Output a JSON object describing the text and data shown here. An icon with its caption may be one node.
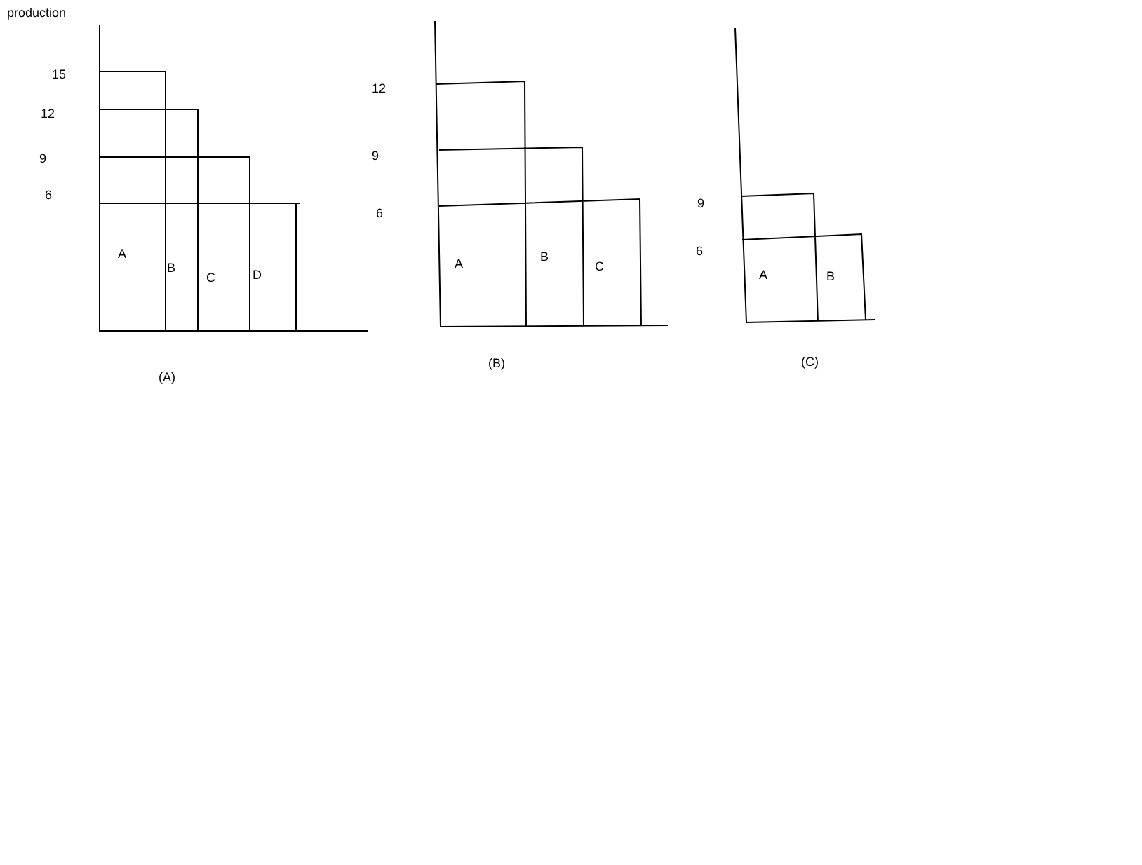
{
  "diagram": {
    "labels": [
      "production",
      "15",
      "12",
      "9",
      "6",
      "A",
      "B",
      "C",
      "D",
      "(A)",
      "12",
      "9",
      "6",
      "A",
      "B",
      "C",
      "(B)",
      "9",
      "6",
      "A",
      "B",
      "(C)"
    ]
  }
}
